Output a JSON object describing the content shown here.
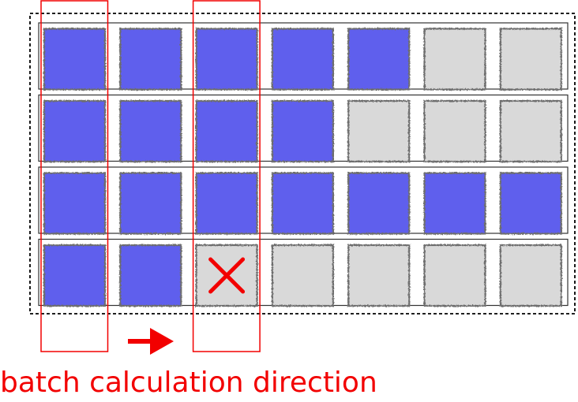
{
  "grid": {
    "rows": [
      [
        "filled",
        "filled",
        "filled",
        "filled",
        "filled",
        "empty",
        "empty"
      ],
      [
        "filled",
        "filled",
        "filled",
        "filled",
        "empty",
        "empty",
        "empty"
      ],
      [
        "filled",
        "filled",
        "filled",
        "filled",
        "filled",
        "filled",
        "filled"
      ],
      [
        "filled",
        "filled",
        "failed",
        "empty",
        "empty",
        "empty",
        "empty"
      ]
    ],
    "highlighted_columns": [
      0,
      2
    ]
  },
  "colors": {
    "filled": "#5f5fed",
    "empty": "#d9d9d9",
    "cell_border": "#6e6e6e",
    "accent": "#f20000",
    "row_border": "#333333",
    "dashed_border": "#000000"
  },
  "icons": {
    "failed_cell": "x-mark-icon",
    "direction": "arrow-right-icon"
  },
  "caption": "batch calculation direction"
}
